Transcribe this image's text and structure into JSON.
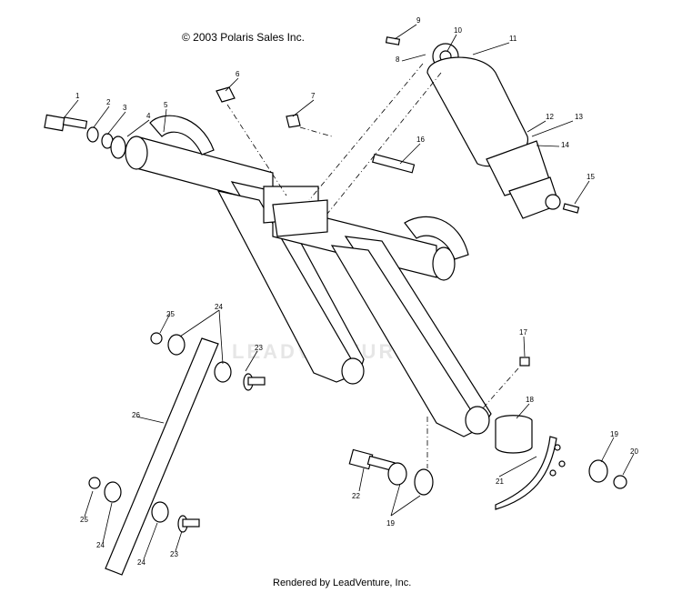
{
  "header": {
    "copyright": "© 2003 Polaris Sales Inc."
  },
  "footer": {
    "rendered_by": "Rendered by LeadVenture, Inc."
  },
  "watermark": {
    "text": "LEADVENTURE"
  },
  "callouts": [
    "1",
    "2",
    "3",
    "4",
    "5",
    "6",
    "7",
    "8",
    "9",
    "10",
    "11",
    "12",
    "13",
    "14",
    "15",
    "16",
    "17",
    "18",
    "19",
    "19",
    "20",
    "21",
    "22",
    "23",
    "23",
    "24",
    "24",
    "24",
    "25",
    "25",
    "26"
  ]
}
